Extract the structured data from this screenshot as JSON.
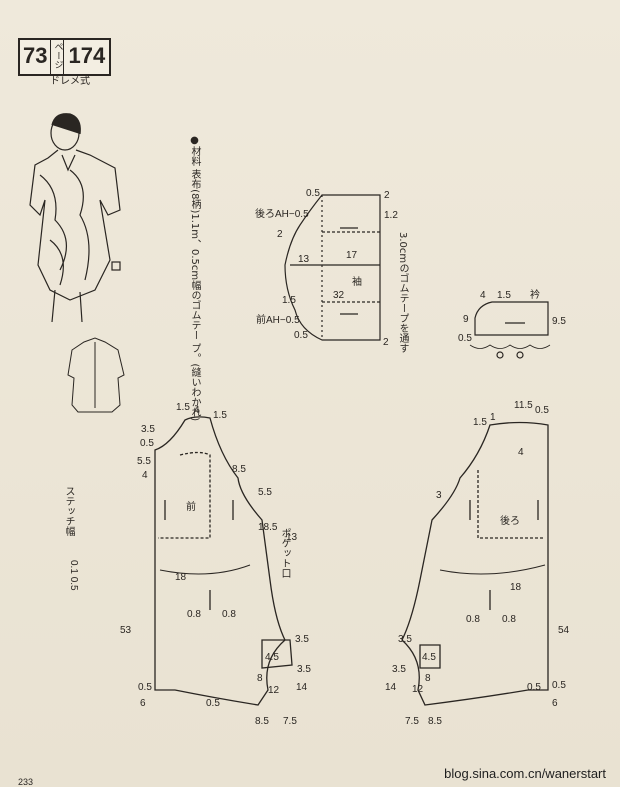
{
  "header": {
    "pattern_no": "73",
    "page_label": "ページ",
    "page_no": "174",
    "style_label": "ドレメ式"
  },
  "materials": {
    "line1": "●材料 表布(8柄)1.1m、0.5cm幅のゴムテー",
    "line2": "プ。(縫いわかれ)"
  },
  "sleeve": {
    "labels": [
      "0.5",
      "後ろAH−0.5",
      "2",
      "13",
      "17",
      "袖",
      "32",
      "1.5",
      "前AH−0.5",
      "0.5",
      "2",
      "1.2",
      "3.0",
      "2"
    ],
    "gum_note": "3.0cmのゴムテープを通す"
  },
  "collar": {
    "title": "衿",
    "labels": [
      "4",
      "1.5",
      "9",
      "0.5",
      "9.5"
    ]
  },
  "front": {
    "title": "前",
    "labels": [
      "1.5",
      "4",
      "1.5",
      "3.5",
      "0.5",
      "5.5",
      "4",
      "8.5",
      "5.5",
      "18.5",
      "13",
      "18",
      "0.8",
      "0.8",
      "53",
      "4.5",
      "3.5",
      "3.5",
      "8",
      "12",
      "14",
      "0.5",
      "6",
      "0.5",
      "8.5",
      "7.5"
    ],
    "pocket_note": "ポケット口"
  },
  "back": {
    "title": "後ろ",
    "labels": [
      "11.5",
      "0.5",
      "1.5",
      "1",
      "4",
      "3",
      "18",
      "0.8",
      "0.8",
      "54",
      "3.5",
      "4.5",
      "3.5",
      "14",
      "12",
      "8",
      "0.5",
      "0.5",
      "6",
      "7.5",
      "8.5"
    ]
  },
  "stitch_note": {
    "text": "ステッチ幅",
    "values": [
      "0.1",
      "0.5"
    ]
  },
  "footer": {
    "blog": "blog.sina.com.cn/wanerstart",
    "page_number": "233"
  }
}
